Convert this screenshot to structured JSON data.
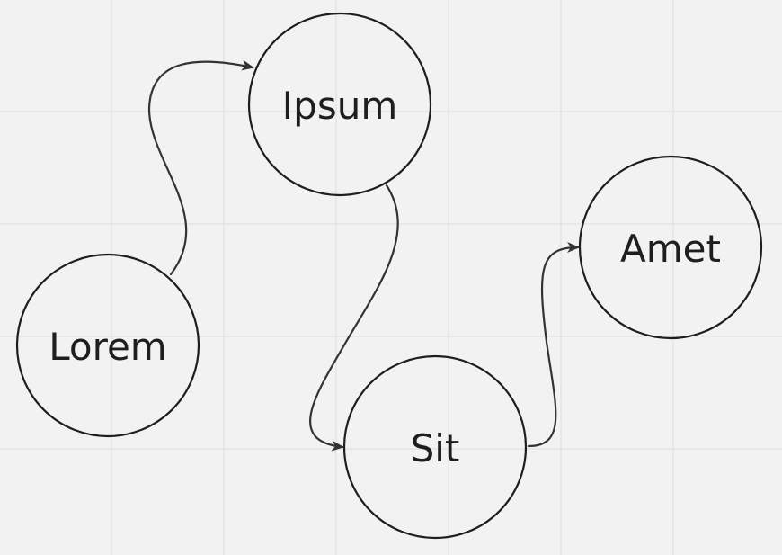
{
  "nodes": [
    {
      "id": "lorem",
      "label": "Lorem"
    },
    {
      "id": "ipsum",
      "label": "Ipsum"
    },
    {
      "id": "sit",
      "label": "Sit"
    },
    {
      "id": "amet",
      "label": "Amet"
    }
  ],
  "edges": [
    {
      "from": "lorem",
      "to": "ipsum"
    },
    {
      "from": "ipsum",
      "to": "sit"
    },
    {
      "from": "sit",
      "to": "amet"
    }
  ],
  "colors": {
    "background": "#f2f2f2",
    "grid": "#dedede",
    "stroke": "#1e1e1e",
    "arrow": "#333333"
  }
}
